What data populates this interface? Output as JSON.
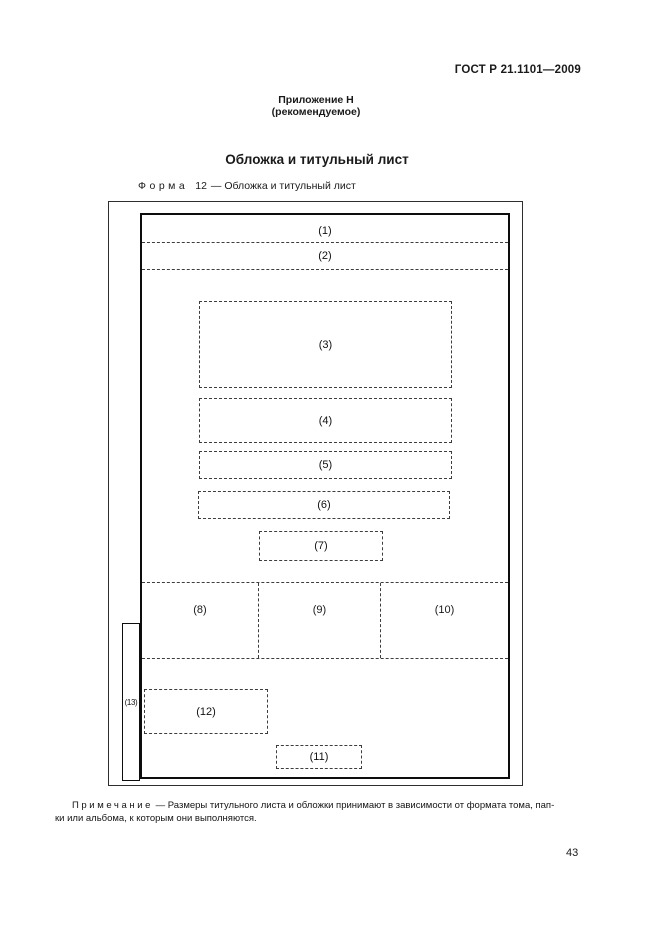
{
  "doc": {
    "number": "ГОСТ Р 21.1101—2009",
    "appendix_heading": "Приложение Н",
    "appendix_type": "(рекомендуемое)",
    "section_title": "Обложка и титульный лист",
    "form_word": "Форма",
    "form_number": "12",
    "form_caption_rest": "— Обложка и титульный лист",
    "note_label": "Примечание",
    "note_rest_line1": "— Размеры титульного листа и обложки принимают в зависимости от формата тома, пап-",
    "note_line2": "ки или альбома, к которым они выполняются.",
    "page_number": "43"
  },
  "form": {
    "fields": {
      "f1": "(1)",
      "f2": "(2)",
      "f3": "(3)",
      "f4": "(4)",
      "f5": "(5)",
      "f6": "(6)",
      "f7": "(7)",
      "f8": "(8)",
      "f9": "(9)",
      "f10": "(10)",
      "f11": "(11)",
      "f12": "(12)",
      "f13": "(13)"
    }
  }
}
